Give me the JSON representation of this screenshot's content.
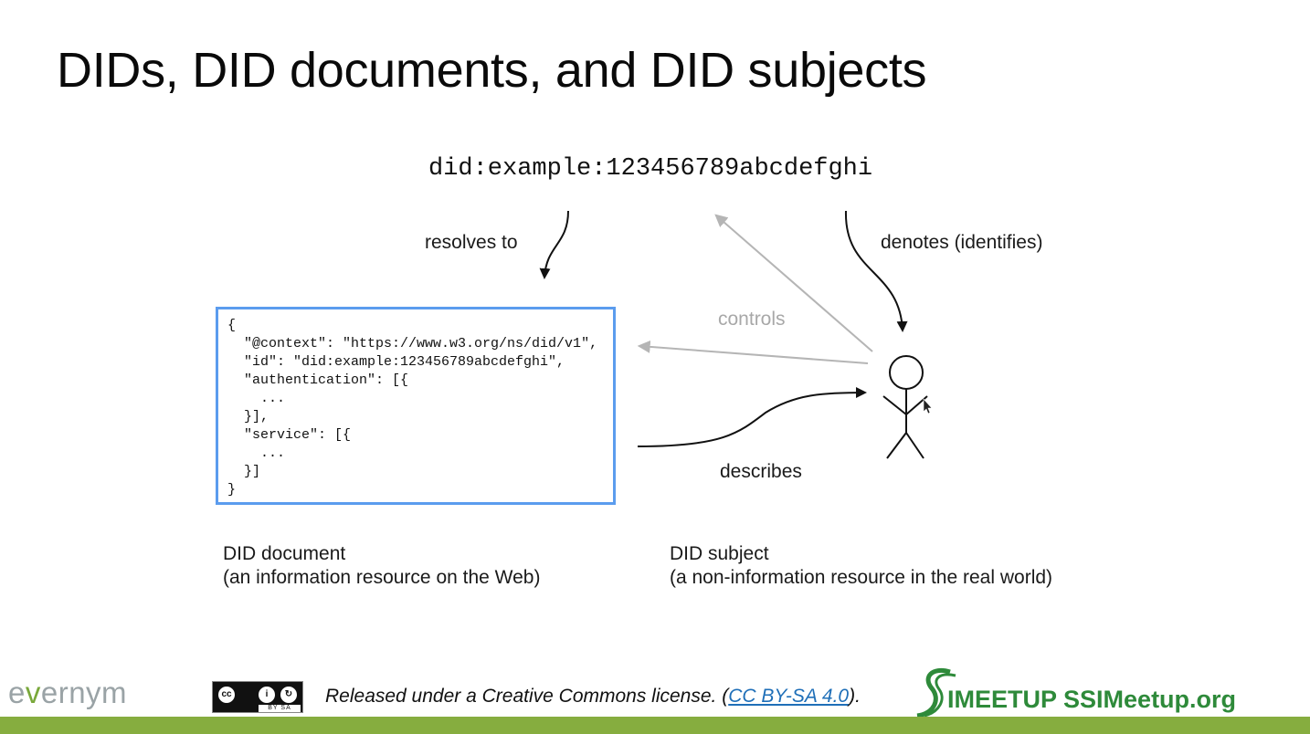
{
  "slide": {
    "title": "DIDs, DID documents, and DID subjects"
  },
  "diagram": {
    "did_string": "did:example:123456789abcdefghi",
    "edges": {
      "resolves_to": "resolves to",
      "denotes": "denotes (identifies)",
      "controls": "controls",
      "describes": "describes"
    },
    "did_document_code": "{\n  \"@context\": \"https://www.w3.org/ns/did/v1\",\n  \"id\": \"did:example:123456789abcdefghi\",\n  \"authentication\": [{\n    ...\n  }],\n  \"service\": [{\n    ...\n  }]\n}",
    "document_caption": {
      "line1": "DID document",
      "line2": "(an information resource on the Web)"
    },
    "subject_caption": {
      "line1": "DID subject",
      "line2": "(a non-information resource in the real world)"
    },
    "colors": {
      "box_border": "#5b9cee",
      "controls_arrow": "#b5b5b5",
      "arrow": "#111111"
    }
  },
  "footer": {
    "evernym_logo": {
      "part1": "e",
      "part2": "v",
      "part3": "ernym"
    },
    "cc_badge_tags": "BY  SA",
    "license_prefix": "Released under a Creative Commons license. (",
    "license_link": "CC BY-SA 4.0",
    "license_suffix": ").",
    "ssi_meetup_text": "IMEETUP SSIMeetup.org",
    "bar_color": "#86ad3f"
  }
}
